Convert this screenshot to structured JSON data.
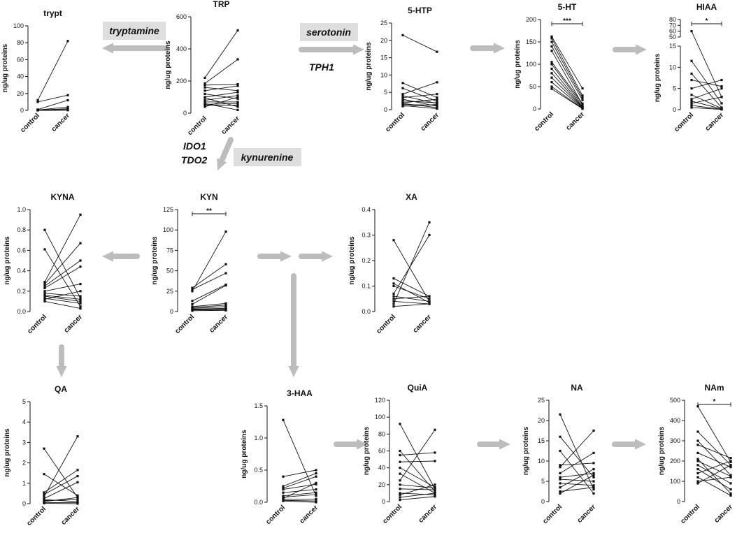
{
  "colors": {
    "arrow": "#bdbdbd",
    "line": "#111111",
    "box": "#dedede"
  },
  "pathway_labels": [
    {
      "key": "tryptamine",
      "text": "tryptamine"
    },
    {
      "key": "serotonin",
      "text": "serotonin"
    },
    {
      "key": "kynurenine",
      "text": "kynurenine"
    }
  ],
  "enzymes": [
    {
      "key": "tph1",
      "text": "TPH1"
    },
    {
      "key": "ido1",
      "text": "IDO1"
    },
    {
      "key": "tdo2",
      "text": "TDO2"
    }
  ],
  "chart_data": [
    {
      "id": "trypt",
      "type": "line",
      "title": "trypt",
      "ylabel": "ng/ug proteins",
      "categories": [
        "control",
        "cancer"
      ],
      "ylim": [
        0,
        100
      ],
      "yticks": [
        0,
        20,
        40,
        60,
        80,
        100
      ],
      "pairs": [
        [
          12,
          82
        ],
        [
          10,
          18
        ],
        [
          1,
          12
        ],
        [
          0.5,
          4
        ],
        [
          0.3,
          2
        ],
        [
          0.2,
          1
        ],
        [
          0.1,
          0.5
        ],
        [
          0,
          0.2
        ]
      ]
    },
    {
      "id": "trp",
      "type": "line",
      "title": "TRP",
      "ylabel": "ng/ug proteins",
      "categories": [
        "control",
        "cancer"
      ],
      "ylim": [
        0,
        600
      ],
      "yticks": [
        0,
        200,
        400,
        600
      ],
      "pairs": [
        [
          220,
          515
        ],
        [
          185,
          335
        ],
        [
          175,
          180
        ],
        [
          160,
          140
        ],
        [
          140,
          170
        ],
        [
          120,
          90
        ],
        [
          100,
          130
        ],
        [
          95,
          40
        ],
        [
          80,
          110
        ],
        [
          70,
          70
        ],
        [
          60,
          20
        ],
        [
          55,
          60
        ],
        [
          50,
          50
        ],
        [
          40,
          100
        ]
      ]
    },
    {
      "id": "5htp",
      "type": "line",
      "title": "5-HTP",
      "ylabel": "ng/ug proteins",
      "categories": [
        "control",
        "cancer"
      ],
      "ylim": [
        0,
        25
      ],
      "yticks": [
        0,
        5,
        10,
        15,
        20,
        25
      ],
      "pairs": [
        [
          21.5,
          16.7
        ],
        [
          7.7,
          3.5
        ],
        [
          6.2,
          2.4
        ],
        [
          4.5,
          7.9
        ],
        [
          4.0,
          1.8
        ],
        [
          3.5,
          4.5
        ],
        [
          3.0,
          1.0
        ],
        [
          2.5,
          2.0
        ],
        [
          2.0,
          3.0
        ],
        [
          1.8,
          0.6
        ],
        [
          1.5,
          1.3
        ],
        [
          1.2,
          0.3
        ],
        [
          1.0,
          1.5
        ]
      ]
    },
    {
      "id": "5ht",
      "type": "line",
      "title": "5-HT",
      "ylabel": "ng/ug proteins",
      "categories": [
        "control",
        "cancer"
      ],
      "ylim": [
        0,
        200
      ],
      "yticks": [
        0,
        50,
        100,
        150,
        200
      ],
      "significance": "***",
      "pairs": [
        [
          162,
          46
        ],
        [
          158,
          30
        ],
        [
          150,
          25
        ],
        [
          140,
          20
        ],
        [
          130,
          10
        ],
        [
          105,
          12
        ],
        [
          100,
          8
        ],
        [
          90,
          5
        ],
        [
          80,
          4
        ],
        [
          70,
          3
        ],
        [
          60,
          2
        ],
        [
          50,
          1
        ],
        [
          45,
          0.5
        ]
      ]
    },
    {
      "id": "hiaa",
      "type": "line",
      "title": "HIAA",
      "ylabel": "ng/ug proteins",
      "categories": [
        "control",
        "cancer"
      ],
      "ylim": [
        0,
        15
      ],
      "yticks": [
        0,
        5,
        10,
        15
      ],
      "upper_ticks": [
        50,
        60,
        70,
        80
      ],
      "significance": "*",
      "pairs": [
        [
          60,
          3.0
        ],
        [
          11.5,
          1.5
        ],
        [
          8.5,
          0.5
        ],
        [
          7.0,
          5.5
        ],
        [
          5.0,
          7.0
        ],
        [
          3.5,
          0.3
        ],
        [
          2.5,
          5.0
        ],
        [
          2.0,
          0.2
        ],
        [
          1.5,
          3.0
        ],
        [
          1.0,
          0.1
        ],
        [
          0.5,
          0.05
        ]
      ]
    },
    {
      "id": "kyna",
      "type": "line",
      "title": "KYNA",
      "ylabel": "ng/ug proteins",
      "categories": [
        "control",
        "cancer"
      ],
      "ylim": [
        0,
        1.0
      ],
      "yticks": [
        0,
        0.2,
        0.4,
        0.6,
        0.8,
        1.0
      ],
      "pairs": [
        [
          0.8,
          0.13
        ],
        [
          0.61,
          0.05
        ],
        [
          0.29,
          0.95
        ],
        [
          0.27,
          0.67
        ],
        [
          0.25,
          0.5
        ],
        [
          0.23,
          0.44
        ],
        [
          0.2,
          0.27
        ],
        [
          0.18,
          0.15
        ],
        [
          0.16,
          0.12
        ],
        [
          0.15,
          0.1
        ],
        [
          0.13,
          0.08
        ],
        [
          0.12,
          0.2
        ],
        [
          0.1,
          0.03
        ]
      ]
    },
    {
      "id": "kyn",
      "type": "line",
      "title": "KYN",
      "ylabel": "ng/ug proteins",
      "categories": [
        "control",
        "cancer"
      ],
      "ylim": [
        0,
        125
      ],
      "yticks": [
        0,
        25,
        50,
        75,
        100,
        125
      ],
      "significance": "**",
      "pairs": [
        [
          29,
          58
        ],
        [
          27,
          47
        ],
        [
          25,
          98
        ],
        [
          13,
          33
        ],
        [
          9,
          32
        ],
        [
          6,
          10
        ],
        [
          5,
          8
        ],
        [
          4,
          6
        ],
        [
          3,
          4
        ],
        [
          2.5,
          3
        ],
        [
          2,
          2.5
        ],
        [
          1,
          1.5
        ]
      ]
    },
    {
      "id": "xa",
      "type": "line",
      "title": "XA",
      "ylabel": "ng/ug proteins",
      "categories": [
        "control",
        "cancer"
      ],
      "ylim": [
        0,
        0.4
      ],
      "yticks": [
        0,
        0.1,
        0.2,
        0.3,
        0.4
      ],
      "pairs": [
        [
          0.28,
          0.04
        ],
        [
          0.13,
          0.06
        ],
        [
          0.11,
          0.035
        ],
        [
          0.1,
          0.05
        ],
        [
          0.07,
          0.3
        ],
        [
          0.06,
          0.04
        ],
        [
          0.05,
          0.06
        ],
        [
          0.04,
          0.03
        ],
        [
          0.03,
          0.35
        ],
        [
          0.02,
          0.03
        ]
      ]
    },
    {
      "id": "qa",
      "type": "line",
      "title": "QA",
      "ylabel": "ng/ug proteins",
      "categories": [
        "control",
        "cancer"
      ],
      "ylim": [
        0,
        5
      ],
      "yticks": [
        0,
        1,
        2,
        3,
        4,
        5
      ],
      "pairs": [
        [
          2.7,
          0.3
        ],
        [
          1.45,
          0.4
        ],
        [
          0.55,
          1.65
        ],
        [
          0.45,
          1.35
        ],
        [
          0.35,
          3.3
        ],
        [
          0.25,
          1.05
        ],
        [
          0.2,
          0.1
        ],
        [
          0.15,
          0.2
        ],
        [
          0.1,
          0.3
        ],
        [
          0.05,
          0.05
        ],
        [
          0.02,
          0.0
        ]
      ]
    },
    {
      "id": "3haa",
      "type": "line",
      "title": "3-HAA",
      "ylabel": "ng/ug proteins",
      "categories": [
        "control",
        "cancer"
      ],
      "ylim": [
        0,
        1.5
      ],
      "yticks": [
        0,
        0.5,
        1.0,
        1.5
      ],
      "pairs": [
        [
          1.28,
          0.1
        ],
        [
          0.4,
          0.5
        ],
        [
          0.25,
          0.45
        ],
        [
          0.22,
          0.4
        ],
        [
          0.2,
          0.28
        ],
        [
          0.15,
          0.2
        ],
        [
          0.1,
          0.15
        ],
        [
          0.08,
          0.12
        ],
        [
          0.06,
          0.3
        ],
        [
          0.05,
          0.05
        ],
        [
          0.03,
          0.02
        ],
        [
          0.02,
          0.0
        ]
      ]
    },
    {
      "id": "quia",
      "type": "line",
      "title": "QuiA",
      "ylabel": "ng/ug proteins",
      "categories": [
        "control",
        "cancer"
      ],
      "ylim": [
        0,
        120
      ],
      "yticks": [
        0,
        20,
        40,
        60,
        80,
        100,
        120
      ],
      "pairs": [
        [
          92,
          15
        ],
        [
          60,
          12
        ],
        [
          55,
          58
        ],
        [
          47,
          48
        ],
        [
          40,
          17
        ],
        [
          33,
          10
        ],
        [
          25,
          85
        ],
        [
          20,
          16
        ],
        [
          15,
          14
        ],
        [
          10,
          8
        ],
        [
          8,
          20
        ],
        [
          5,
          10
        ],
        [
          2,
          6
        ]
      ]
    },
    {
      "id": "na",
      "type": "line",
      "title": "NA",
      "ylabel": "ng/ug proteins",
      "categories": [
        "control",
        "cancer"
      ],
      "ylim": [
        0,
        25
      ],
      "yticks": [
        0,
        5,
        10,
        15,
        20,
        25
      ],
      "pairs": [
        [
          21.5,
          3.0
        ],
        [
          16,
          6.0
        ],
        [
          12.5,
          2.0
        ],
        [
          9.0,
          9.5
        ],
        [
          8.5,
          17.5
        ],
        [
          7.0,
          12.0
        ],
        [
          6.0,
          7.0
        ],
        [
          5.5,
          5.0
        ],
        [
          4.5,
          4.0
        ],
        [
          3.5,
          8.0
        ],
        [
          2.5,
          3.5
        ],
        [
          2.0,
          6.5
        ]
      ]
    },
    {
      "id": "nam",
      "type": "line",
      "title": "NAm",
      "ylabel": "ng/ug proteins",
      "categories": [
        "control",
        "cancer"
      ],
      "ylim": [
        0,
        500
      ],
      "yticks": [
        0,
        100,
        200,
        300,
        400,
        500
      ],
      "significance": "*",
      "pairs": [
        [
          470,
          195
        ],
        [
          345,
          180
        ],
        [
          300,
          130
        ],
        [
          280,
          215
        ],
        [
          240,
          170
        ],
        [
          210,
          40
        ],
        [
          200,
          125
        ],
        [
          180,
          90
        ],
        [
          160,
          60
        ],
        [
          140,
          200
        ],
        [
          120,
          30
        ],
        [
          100,
          120
        ],
        [
          90,
          180
        ]
      ]
    }
  ]
}
